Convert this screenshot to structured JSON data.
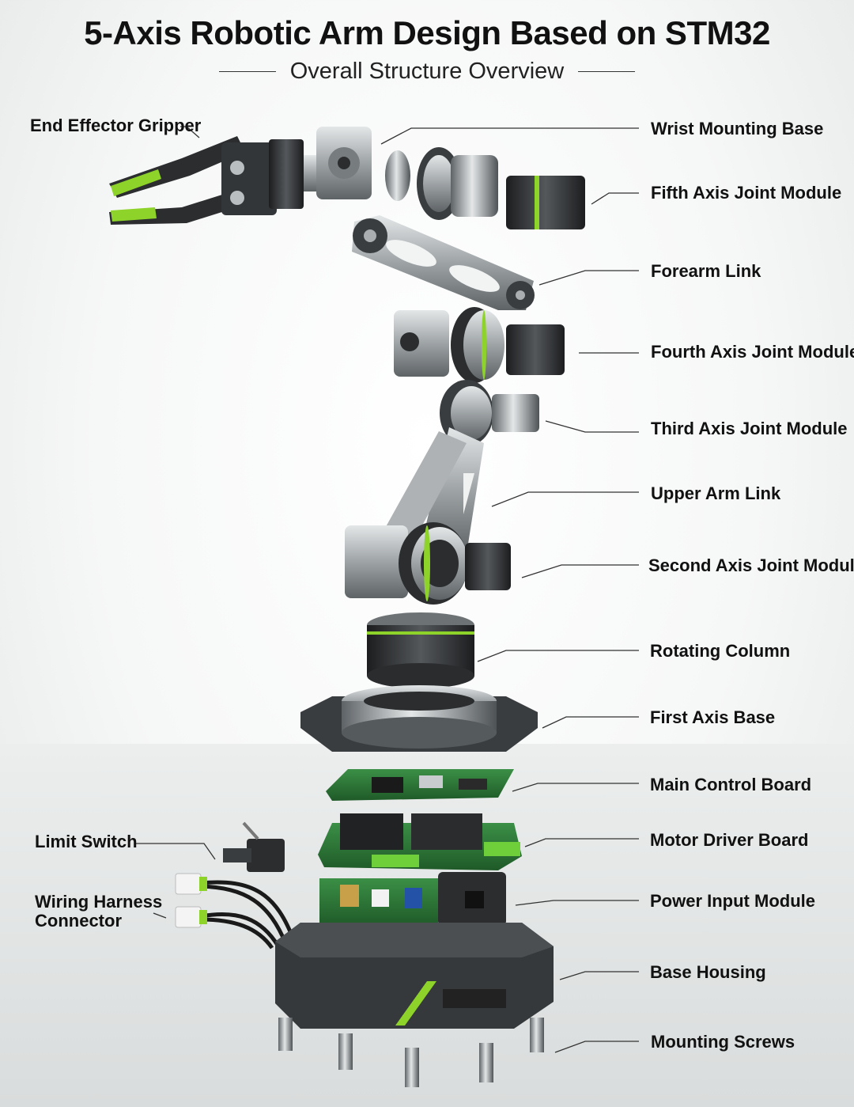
{
  "title": "5-Axis Robotic Arm Design Based on STM32",
  "subtitle": "Overall Structure Overview",
  "colors": {
    "accent": "#8ed32a",
    "metal": "#9ea3a6",
    "dark": "#2b2d2f",
    "pcb": "#2f7d3a"
  },
  "labels": {
    "end_effector_gripper": "End Effector Gripper",
    "wrist_mounting_base": "Wrist Mounting Base",
    "fifth_axis_joint_module": "Fifth Axis Joint Module",
    "forearm_link": "Forearm Link",
    "fourth_axis_joint_module": "Fourth Axis Joint Module",
    "third_axis_joint_module": "Third Axis Joint Module",
    "upper_arm_link": "Upper Arm Link",
    "second_axis_joint_module": "Second Axis Joint Module",
    "rotating_column": "Rotating Column",
    "first_axis_base": "First Axis Base",
    "main_control_board": "Main Control Board",
    "motor_driver_board": "Motor Driver Board",
    "limit_switch": "Limit Switch",
    "wiring_harness_connector_line1": "Wiring Harness",
    "wiring_harness_connector_line2": "Connector",
    "power_input_module": "Power Input Module",
    "base_housing": "Base Housing",
    "mounting_screws": "Mounting Screws"
  }
}
